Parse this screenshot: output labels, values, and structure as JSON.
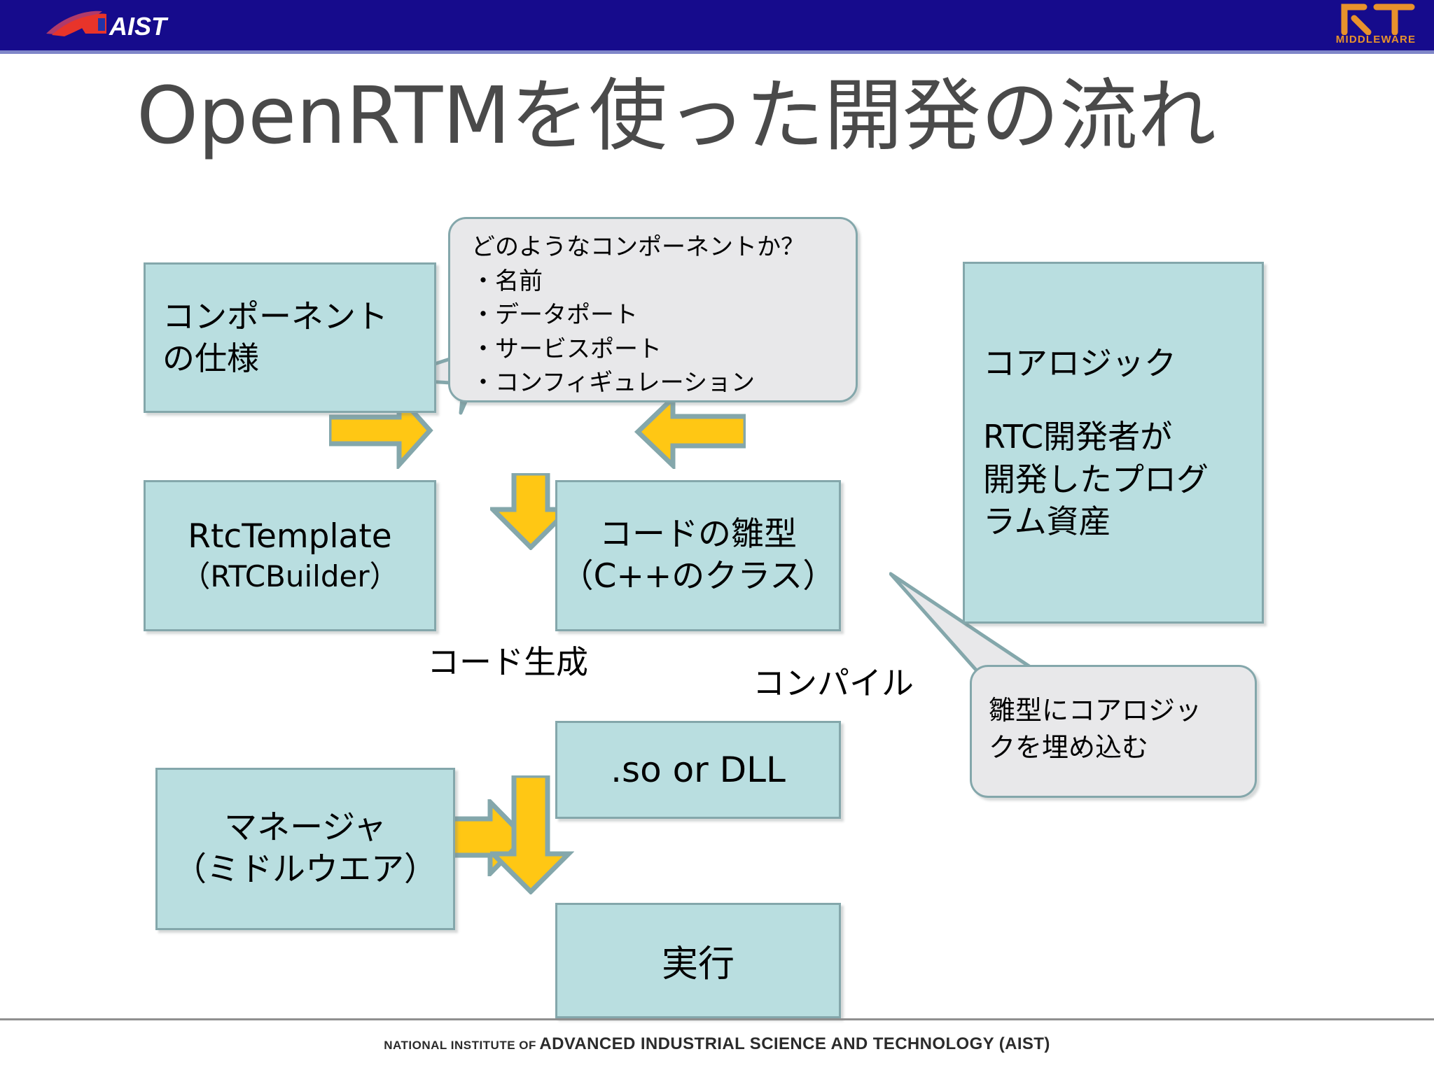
{
  "header": {
    "brand_left": "AIST",
    "brand_right_mark": "RT",
    "brand_right_word": "MIDDLEWARE",
    "bar_color": "#160b8c",
    "rt_color": "#e8922c"
  },
  "title": "OpenRTMを使った開発の流れ",
  "colors": {
    "box_fill": "#b9dee0",
    "box_border": "#84a7ab",
    "callout_fill": "#e8e8ea",
    "arrow_fill": "#ffc714",
    "arrow_border": "#84a7ab",
    "title_color": "#4a4a4a"
  },
  "boxes": {
    "component_spec": {
      "line1": "コンポーネント",
      "line2": "の仕様"
    },
    "rtc_template": {
      "line1": "RtcTemplate",
      "line2": "（RTCBuilder）"
    },
    "code_skeleton": {
      "line1": "コードの雛型",
      "line2": "（C++のクラス）"
    },
    "core_logic": {
      "line1": "コアロジック",
      "line2": "RTC開発者が",
      "line3": "開発したプログ",
      "line4": "ラム資産"
    },
    "so_or_dll": {
      "line1": ".so or DLL"
    },
    "manager": {
      "line1": "マネージャ",
      "line2": "（ミドルウエア）"
    },
    "execute": {
      "line1": "実行"
    }
  },
  "callouts": {
    "spec_detail": {
      "heading": "どのようなコンポーネントか？",
      "items": [
        "・名前",
        "・データポート",
        "・サービスポート",
        "・コンフィギュレーション"
      ]
    },
    "embed_logic": {
      "line1": "雛型にコアロジッ",
      "line2": "クを埋め込む"
    }
  },
  "flow_labels": {
    "code_generation": "コード生成",
    "compile": "コンパイル"
  },
  "footer": {
    "small": "NATIONAL INSTITUTE OF",
    "big": "ADVANCED INDUSTRIAL SCIENCE AND TECHNOLOGY (AIST)"
  }
}
